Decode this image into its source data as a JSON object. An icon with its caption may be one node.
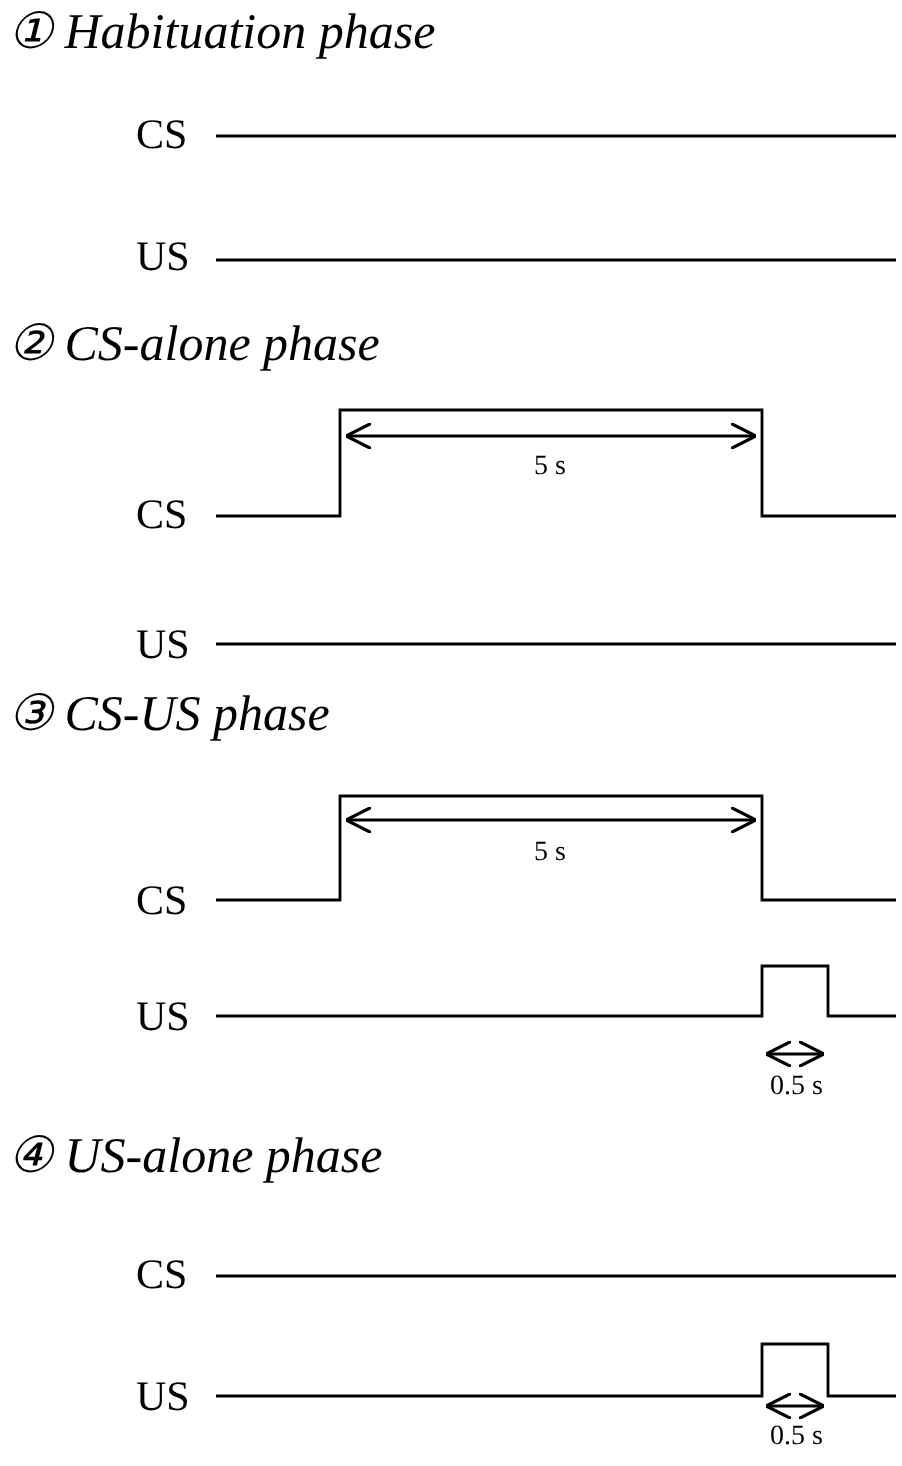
{
  "diagram": {
    "labels": [
      "① Habituation phase",
      "CS",
      "US",
      "② CS-alone phase",
      "CS",
      "5 s",
      "US",
      "③ CS-US phase",
      "CS",
      "5 s",
      "US",
      "0.5 s",
      "④ US-alone phase",
      "CS",
      "US",
      "0.5 s"
    ]
  }
}
